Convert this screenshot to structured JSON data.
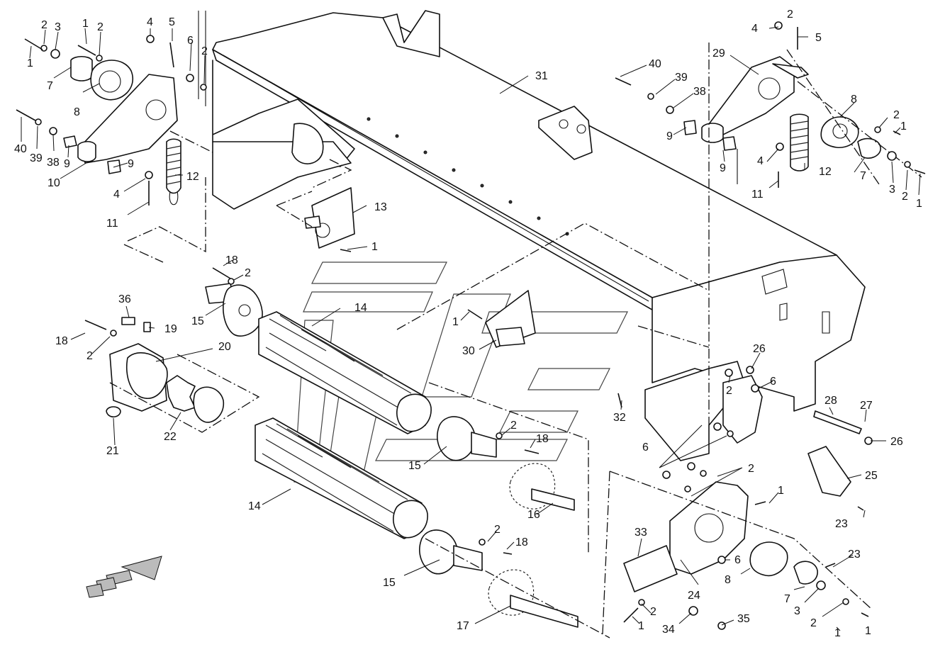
{
  "callouts": [
    {
      "id": "c-l-1a",
      "text": "1"
    },
    {
      "id": "c-l-2a",
      "text": "2"
    },
    {
      "id": "c-l-3a",
      "text": "3"
    },
    {
      "id": "c-l-1b",
      "text": "1"
    },
    {
      "id": "c-l-2b",
      "text": "2"
    },
    {
      "id": "c-l-4a",
      "text": "4"
    },
    {
      "id": "c-l-5a",
      "text": "5"
    },
    {
      "id": "c-l-6a",
      "text": "6"
    },
    {
      "id": "c-l-2c",
      "text": "2"
    },
    {
      "id": "c-l-7a",
      "text": "7"
    },
    {
      "id": "c-l-8a",
      "text": "8"
    },
    {
      "id": "c-l-40a",
      "text": "40"
    },
    {
      "id": "c-l-39a",
      "text": "39"
    },
    {
      "id": "c-l-38a",
      "text": "38"
    },
    {
      "id": "c-l-9a",
      "text": "9"
    },
    {
      "id": "c-l-9b",
      "text": "9"
    },
    {
      "id": "c-l-10a",
      "text": "10"
    },
    {
      "id": "c-l-4b",
      "text": "4"
    },
    {
      "id": "c-l-12a",
      "text": "12"
    },
    {
      "id": "c-l-11a",
      "text": "11"
    },
    {
      "id": "c-31",
      "text": "31"
    },
    {
      "id": "c-13",
      "text": "13"
    },
    {
      "id": "c-1c",
      "text": "1"
    },
    {
      "id": "c-18a",
      "text": "18"
    },
    {
      "id": "c-2d",
      "text": "2"
    },
    {
      "id": "c-36",
      "text": "36"
    },
    {
      "id": "c-14a",
      "text": "14"
    },
    {
      "id": "c-15a",
      "text": "15"
    },
    {
      "id": "c-18b",
      "text": "18"
    },
    {
      "id": "c-19",
      "text": "19"
    },
    {
      "id": "c-2e",
      "text": "2"
    },
    {
      "id": "c-20",
      "text": "20"
    },
    {
      "id": "c-21",
      "text": "21"
    },
    {
      "id": "c-22",
      "text": "22"
    },
    {
      "id": "c-14b",
      "text": "14"
    },
    {
      "id": "c-1d",
      "text": "1"
    },
    {
      "id": "c-30",
      "text": "30"
    },
    {
      "id": "c-15b",
      "text": "15"
    },
    {
      "id": "c-2f",
      "text": "2"
    },
    {
      "id": "c-18c",
      "text": "18"
    },
    {
      "id": "c-16",
      "text": "16"
    },
    {
      "id": "c-15c",
      "text": "15"
    },
    {
      "id": "c-2g",
      "text": "2"
    },
    {
      "id": "c-18d",
      "text": "18"
    },
    {
      "id": "c-17",
      "text": "17"
    },
    {
      "id": "c-r-4a",
      "text": "4"
    },
    {
      "id": "c-r-5a",
      "text": "5"
    },
    {
      "id": "c-r-40",
      "text": "40"
    },
    {
      "id": "c-r-29",
      "text": "29"
    },
    {
      "id": "c-r-39",
      "text": "39"
    },
    {
      "id": "c-r-38",
      "text": "38"
    },
    {
      "id": "c-r-8a",
      "text": "8"
    },
    {
      "id": "c-r-2a",
      "text": "2"
    },
    {
      "id": "c-r-1a",
      "text": "1"
    },
    {
      "id": "c-r-9a",
      "text": "9"
    },
    {
      "id": "c-r-9b",
      "text": "9"
    },
    {
      "id": "c-r-4b",
      "text": "4"
    },
    {
      "id": "c-r-12",
      "text": "12"
    },
    {
      "id": "c-r-7a",
      "text": "7"
    },
    {
      "id": "c-r-3a",
      "text": "3"
    },
    {
      "id": "c-r-2b",
      "text": "2"
    },
    {
      "id": "c-r-1b",
      "text": "1"
    },
    {
      "id": "c-r-11",
      "text": "11"
    },
    {
      "id": "c-26a",
      "text": "26"
    },
    {
      "id": "c-2h",
      "text": "2"
    },
    {
      "id": "c-6a",
      "text": "6"
    },
    {
      "id": "c-32",
      "text": "32"
    },
    {
      "id": "c-28",
      "text": "28"
    },
    {
      "id": "c-27",
      "text": "27"
    },
    {
      "id": "c-26b",
      "text": "26"
    },
    {
      "id": "c-6b",
      "text": "6"
    },
    {
      "id": "c-2i",
      "text": "2"
    },
    {
      "id": "c-25",
      "text": "25"
    },
    {
      "id": "c-1e",
      "text": "1"
    },
    {
      "id": "c-23a",
      "text": "23"
    },
    {
      "id": "c-33",
      "text": "33"
    },
    {
      "id": "c-6c",
      "text": "6"
    },
    {
      "id": "c-8b",
      "text": "8"
    },
    {
      "id": "c-24",
      "text": "24"
    },
    {
      "id": "c-23b",
      "text": "23"
    },
    {
      "id": "c-7b",
      "text": "7"
    },
    {
      "id": "c-3b",
      "text": "3"
    },
    {
      "id": "c-2j",
      "text": "2"
    },
    {
      "id": "c-1f",
      "text": "1"
    },
    {
      "id": "c-2k",
      "text": "2"
    },
    {
      "id": "c-1g",
      "text": "1"
    },
    {
      "id": "c-34",
      "text": "34"
    },
    {
      "id": "c-35",
      "text": "35"
    },
    {
      "id": "c-2l",
      "text": "2"
    },
    {
      "id": "c-1h",
      "text": "1"
    }
  ]
}
